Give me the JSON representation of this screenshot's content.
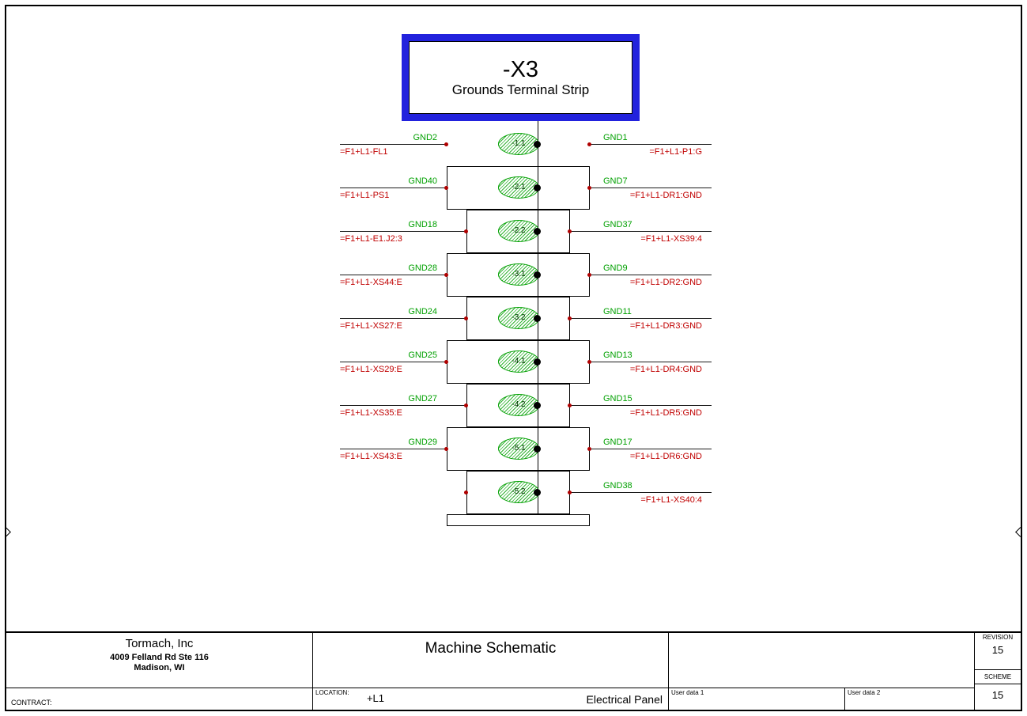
{
  "colors": {
    "accent_blue": "#2222dd",
    "label_green": "#00a000",
    "ref_red": "#c00000"
  },
  "terminal_block": {
    "tag": "-X3",
    "description": "Grounds Terminal Strip",
    "rows": [
      {
        "terminal": "-1.1",
        "box": "none",
        "left": {
          "label": "GND2",
          "ref": "=F1+L1-FL1"
        },
        "right": {
          "label": "GND1",
          "ref": "=F1+L1-P1:G"
        }
      },
      {
        "terminal": "-2.1",
        "box": "wide",
        "left": {
          "label": "GND40",
          "ref": "=F1+L1-PS1"
        },
        "right": {
          "label": "GND7",
          "ref": "=F1+L1-DR1:GND"
        }
      },
      {
        "terminal": "-2.2",
        "box": "narrow",
        "left": {
          "label": "GND18",
          "ref": "=F1+L1-E1.J2:3"
        },
        "right": {
          "label": "GND37",
          "ref": "=F1+L1-XS39:4"
        }
      },
      {
        "terminal": "-3.1",
        "box": "wide",
        "left": {
          "label": "GND28",
          "ref": "=F1+L1-XS44:E"
        },
        "right": {
          "label": "GND9",
          "ref": "=F1+L1-DR2:GND"
        }
      },
      {
        "terminal": "-3.2",
        "box": "narrow",
        "left": {
          "label": "GND24",
          "ref": "=F1+L1-XS27:E"
        },
        "right": {
          "label": "GND11",
          "ref": "=F1+L1-DR3:GND"
        }
      },
      {
        "terminal": "-4.1",
        "box": "wide",
        "left": {
          "label": "GND25",
          "ref": "=F1+L1-XS29:E"
        },
        "right": {
          "label": "GND13",
          "ref": "=F1+L1-DR4:GND"
        }
      },
      {
        "terminal": "-4.2",
        "box": "narrow",
        "left": {
          "label": "GND27",
          "ref": "=F1+L1-XS35:E"
        },
        "right": {
          "label": "GND15",
          "ref": "=F1+L1-DR5:GND"
        }
      },
      {
        "terminal": "-5.1",
        "box": "wide",
        "left": {
          "label": "GND29",
          "ref": "=F1+L1-XS43:E"
        },
        "right": {
          "label": "GND17",
          "ref": "=F1+L1-DR6:GND"
        }
      },
      {
        "terminal": "-5.2",
        "box": "narrow",
        "left": null,
        "right": {
          "label": "GND38",
          "ref": "=F1+L1-XS40:4"
        }
      }
    ]
  },
  "title_block": {
    "company": {
      "name": "Tormach, Inc",
      "address1": "4009 Felland Rd Ste 116",
      "address2": "Madison, WI"
    },
    "title": "Machine Schematic",
    "subtitle": "Electrical Panel",
    "contract_label": "CONTRACT:",
    "location_label": "LOCATION:",
    "location_value": "+L1",
    "user_data_1": "User data 1",
    "user_data_2": "User data 2",
    "revision_label": "REVISION",
    "revision_value": "15",
    "scheme_label": "SCHEME",
    "scheme_value": "15"
  }
}
